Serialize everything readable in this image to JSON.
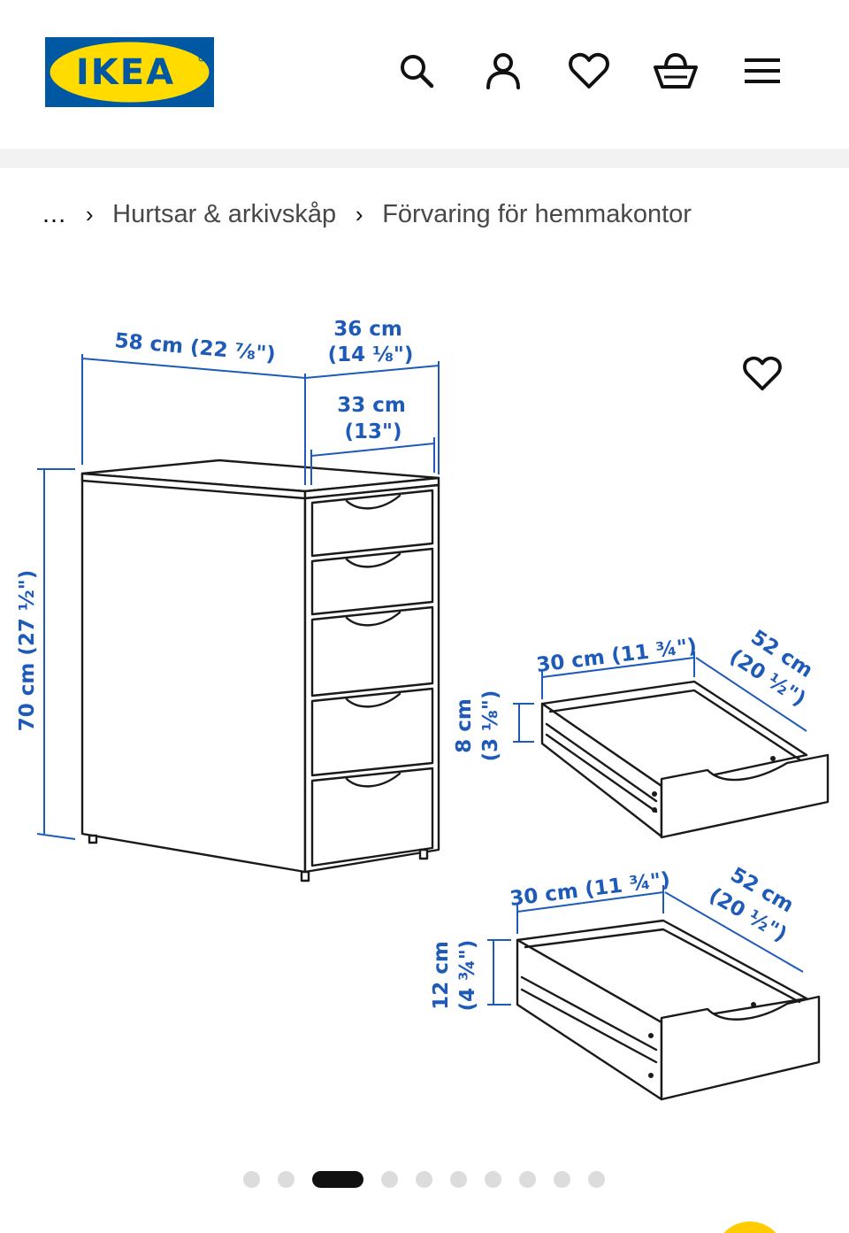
{
  "header": {
    "logo_text": "IKEA",
    "icons": [
      "search-icon",
      "user-icon",
      "heart-icon",
      "basket-icon",
      "menu-icon"
    ]
  },
  "breadcrumb": {
    "ellipsis": "...",
    "items": [
      "Hurtsar & arkivskåp",
      "Förvaring för hemmakontor"
    ],
    "separator": "›"
  },
  "product_image": {
    "favorite_icon": "heart-icon",
    "dimensions": {
      "depth": "58 cm (22 ⅞\")",
      "width_outer_1": "36 cm",
      "width_outer_2": "(14 ⅛\")",
      "width_inner_1": "33 cm",
      "width_inner_2": "(13\")",
      "height": "70 cm (27 ½\")",
      "small_drawer_width": "30 cm (11 ¾\")",
      "small_drawer_depth_1": "52 cm",
      "small_drawer_depth_2": "(20 ½\")",
      "small_drawer_height_1": "8 cm",
      "small_drawer_height_2": "(3 ⅛\")",
      "large_drawer_width": "30 cm (11 ¾\")",
      "large_drawer_depth_1": "52 cm",
      "large_drawer_depth_2": "(20 ½\")",
      "large_drawer_height_1": "12 cm",
      "large_drawer_height_2": "(4 ¾\")"
    }
  },
  "carousel": {
    "count": 10,
    "active_index": 2
  },
  "colors": {
    "ikea_blue": "#0058a3",
    "ikea_yellow": "#ffdb00",
    "dimension_blue": "#1e5bb8"
  }
}
